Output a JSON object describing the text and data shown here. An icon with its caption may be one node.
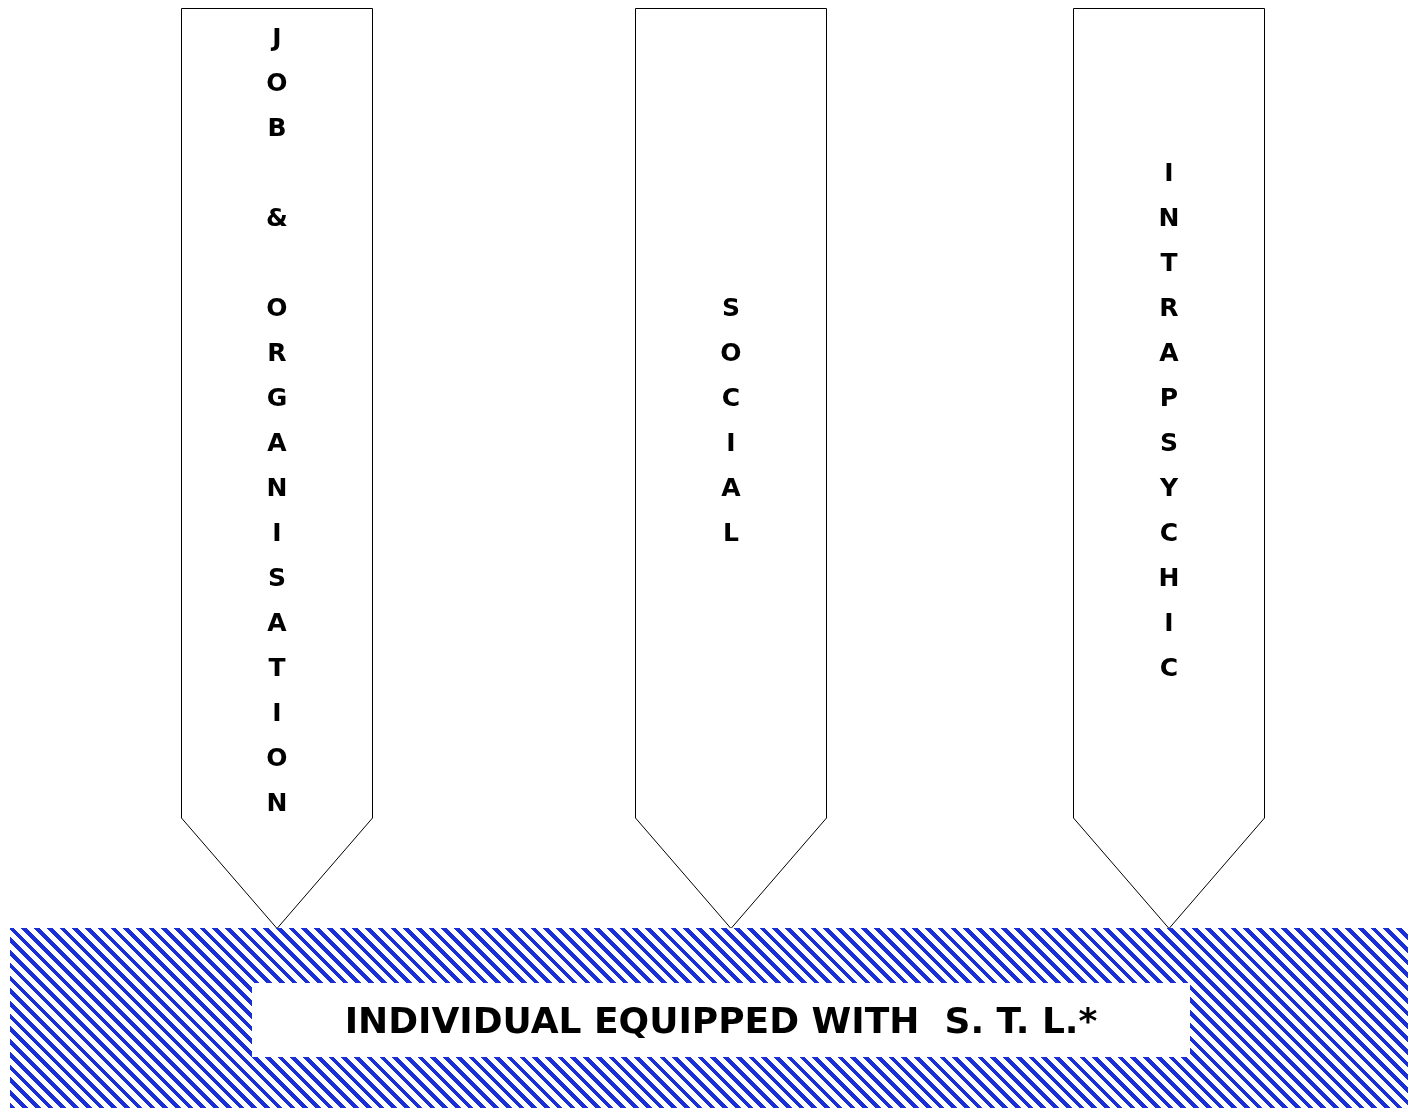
{
  "diagram": {
    "nodes": [
      {
        "text": [
          "JOB & ORGANISATION"
        ]
      },
      {
        "text": [
          "SOCIAL"
        ]
      },
      {
        "text": [
          "INTRAPSYCHIC"
        ]
      },
      {
        "text": [
          "INDIVIDUAL EQUIPPED WITH  S. T. L.*"
        ]
      }
    ]
  }
}
